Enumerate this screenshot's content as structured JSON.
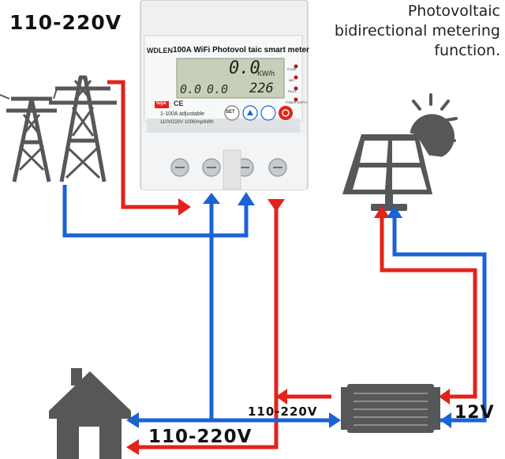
{
  "labels": {
    "grid_voltage": "110-220V",
    "caption_lines": [
      "Photovoltaic",
      "bidirectional metering",
      "function."
    ],
    "house_voltage": "110-220V",
    "inverter_output": "110-220V",
    "dc_voltage": "12V"
  },
  "meter": {
    "brand": "WDLEN",
    "title": "100A WiFi Photovol taic smart meter",
    "lcd_main": "0.0",
    "lcd_unit": "KW/h",
    "lcd_left_1": "0.0",
    "lcd_left_2": "0.0",
    "lcd_right": "226",
    "adjustable": "1-100A adjustable",
    "spec": "110V/220V 1000imp/kWh",
    "tuya_badge": "tuya",
    "cert_marks": "CE",
    "button_set": "SET",
    "indicator_labels": [
      "PULSE",
      "WiFi",
      "FAULT",
      "POWER SUPPLY"
    ]
  },
  "colors": {
    "live_red": "#e3231b",
    "neutral_blue": "#1a62d6",
    "icon_gray": "#555759",
    "meter_body": "#eef0f1",
    "lcd_green": "#c7cfb8"
  },
  "icons": [
    "transmission-tower-icon",
    "solar-panel-icon",
    "sun-icon",
    "house-icon",
    "inverter-icon",
    "smart-meter-icon"
  ]
}
